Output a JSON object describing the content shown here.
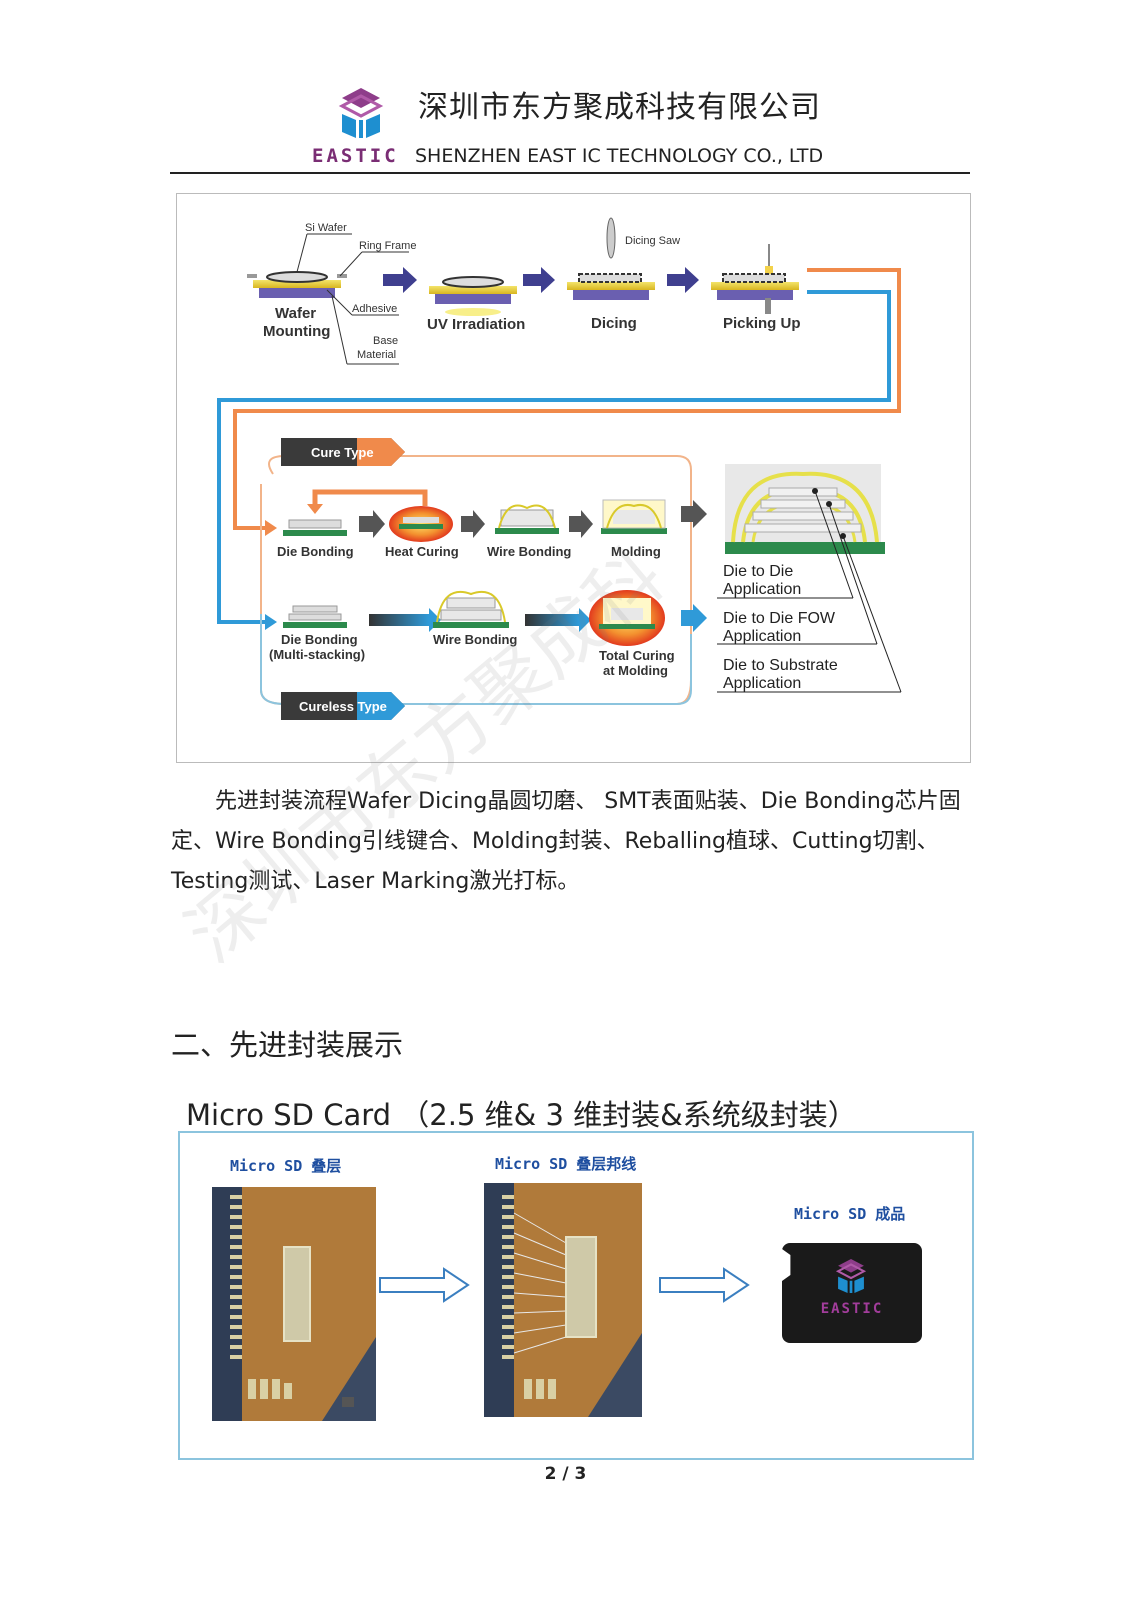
{
  "header": {
    "company_cn": "深圳市东方聚成科技有限公司",
    "brand": "EASTIC",
    "company_en": "SHENZHEN EAST IC TECHNOLOGY CO., LTD",
    "brand_color": "#7a2d74",
    "logo_colors": [
      "#8e3d8a",
      "#1e8fd0"
    ]
  },
  "figure": {
    "top_labels": {
      "si_wafer": "Si Wafer",
      "ring_frame": "Ring Frame",
      "adhesive": "Adhesive",
      "base_material_1": "Base",
      "base_material_2": "Material",
      "dicing_saw": "Dicing Saw"
    },
    "steps": {
      "wafer_mounting_1": "Wafer",
      "wafer_mounting_2": "Mounting",
      "uv_irradiation": "UV Irradiation",
      "dicing": "Dicing",
      "picking_up": "Picking Up"
    },
    "cure_type": "Cure Type",
    "cureless_type": "Cureless Type",
    "cure_steps": {
      "die_bonding": "Die Bonding",
      "heat_curing": "Heat Curing",
      "wire_bonding": "Wire Bonding",
      "molding": "Molding"
    },
    "cureless_steps": {
      "die_bonding_1": "Die Bonding",
      "die_bonding_2": "(Multi-stacking)",
      "wire_bonding": "Wire Bonding",
      "total_curing_1": "Total Curing",
      "total_curing_2": "at Molding"
    },
    "applications": {
      "d2d_1": "Die to Die",
      "d2d_2": "Application",
      "fow_1": "Die to Die FOW",
      "fow_2": "Application",
      "sub_1": "Die to Substrate",
      "sub_2": "Application"
    },
    "colors": {
      "orange": "#f08a4b",
      "blue": "#2f9ad8",
      "arrow": "#3f3f8f"
    }
  },
  "intro_paragraph": "先进封装流程Wafer Dicing晶圆切磨、 SMT表面贴装、Die Bonding芯片固定、Wire Bonding引线键合、Molding封装、Reballing植球、Cutting切割、Testing测试、Laser Marking激光打标。",
  "section_heading": "二、先进封装展示",
  "subsection_heading": "Micro SD Card （2.5 维& 3 维封装&系统级封装）",
  "sd_panel": {
    "caption_stack": "Micro SD 叠层",
    "caption_wire": "Micro SD 叠层邦线",
    "caption_final": "Micro SD 成品",
    "card_brand": "EASTIC"
  },
  "page_number": "2 / 3",
  "watermark": "深圳市东方聚成科"
}
